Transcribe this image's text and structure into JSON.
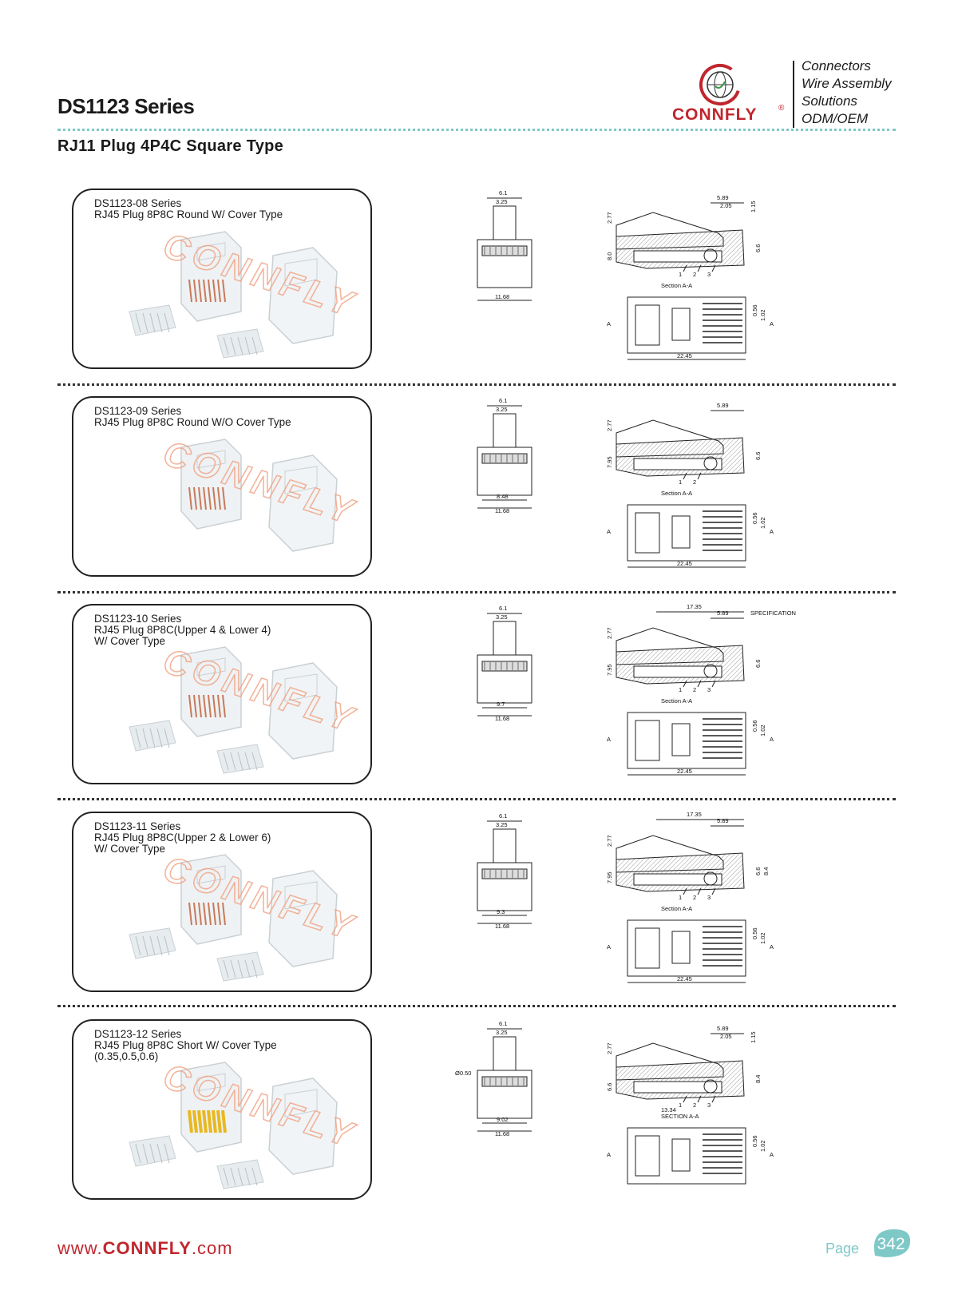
{
  "header": {
    "series_title": "DS1123 Series",
    "subtitle": "RJ11 Plug 4P4C Square Type",
    "brand_logo_text": "CONNFLY",
    "tagline": [
      "Connectors",
      "Wire Assembly",
      "Solutions",
      "ODM/OEM"
    ]
  },
  "products": [
    {
      "series": "DS1123-08 Series",
      "desc": [
        "RJ45 Plug 8P8C Round W/ Cover Type"
      ],
      "dims": {
        "front_top": "6.1",
        "front_inner": "3.25",
        "front_width": "11.68",
        "side_a": "5.89",
        "side_b": "2.05",
        "side_c": "1.15",
        "side_h1": "2.77",
        "side_h2": "8.0",
        "side_h3": "6.6",
        "section": "Section A-A",
        "labels": [
          "1",
          "2",
          "3"
        ],
        "bottom_pitch": "0.56",
        "bottom_w": "1.02",
        "bottom_len": "22.45",
        "arrow": "A"
      }
    },
    {
      "series": "DS1123-09 Series",
      "desc": [
        "RJ45 Plug 8P8C Round W/O Cover Type"
      ],
      "dims": {
        "front_top": "6.1",
        "front_inner": "3.25",
        "front_inner2": "8.48",
        "front_width": "11.68",
        "side_a": "5.89",
        "side_h1": "2.77",
        "side_h2": "7.95",
        "side_h3": "6.6",
        "section": "Section A-A",
        "labels": [
          "1",
          "2"
        ],
        "bottom_pitch": "0.56",
        "bottom_w": "1.02",
        "bottom_len": "22.45",
        "arrow": "A"
      }
    },
    {
      "series": "DS1123-10 Series",
      "desc": [
        "RJ45 Plug 8P8C(Upper 4 & Lower 4)",
        "W/ Cover Type"
      ],
      "dims": {
        "front_top": "6.1",
        "front_inner": "3.25",
        "front_inner2": "9.7",
        "front_width": "11.68",
        "side_top": "17.35",
        "side_a": "5.89",
        "spec": "SPECIFICATION",
        "side_h1": "2.77",
        "side_h2": "7.95",
        "side_h3": "6.6",
        "section": "Section A-A",
        "labels": [
          "1",
          "2",
          "3"
        ],
        "bottom_pitch": "0.56",
        "bottom_w": "1.02",
        "bottom_len": "22.45",
        "arrow": "A"
      }
    },
    {
      "series": "DS1123-11 Series",
      "desc": [
        "RJ45 Plug 8P8C(Upper 2 & Lower 6)",
        "W/ Cover Type"
      ],
      "dims": {
        "front_top": "6.1",
        "front_inner": "3.25",
        "front_inner2": "9.3",
        "front_width": "11.68",
        "side_top": "17.35",
        "side_a": "5.89",
        "side_h1": "2.77",
        "side_h2": "7.95",
        "side_h3": "6.6",
        "side_h4": "8.4",
        "section": "Section A-A",
        "labels": [
          "1",
          "2",
          "3"
        ],
        "bottom_pitch": "0.56",
        "bottom_w": "1.02",
        "bottom_len": "22.45",
        "arrow": "A"
      }
    },
    {
      "series": "DS1123-12 Series",
      "desc": [
        "RJ45 Plug 8P8C Short W/ Cover Type",
        "(0.35,0.5,0.6)"
      ],
      "dims": {
        "front_top": "6.1",
        "front_inner": "3.25",
        "hole": "Ø0.50",
        "front_inner2": "9.02",
        "front_width": "11.68",
        "side_a": "5.89",
        "side_b": "2.05",
        "side_c": "1.15",
        "side_h1": "2.77",
        "side_h2": "6.6",
        "side_h3": "8.4",
        "side_len": "13.34",
        "section": "SECTION A-A",
        "labels": [
          "1",
          "2",
          "3"
        ],
        "bottom_pitch": "0.56",
        "bottom_w": "1.02",
        "arrow": "A"
      }
    }
  ],
  "watermark": "CONNFLY",
  "footer": {
    "url_prefix": "www.",
    "url_brand": "CONNFLY",
    "url_suffix": ".com",
    "page_label": "Page",
    "page_number": "342"
  },
  "colors": {
    "accent_teal": "#7fc8c8",
    "brand_red": "#c0262d",
    "watermark_orange": "#f0a080"
  }
}
